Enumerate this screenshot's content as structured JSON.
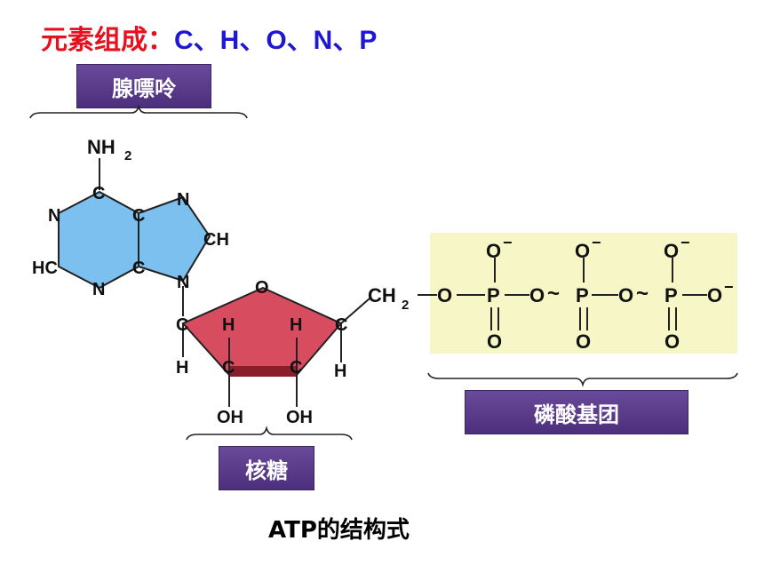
{
  "title": {
    "prefix": "元素组成：",
    "elements": "C、H、O、N、P"
  },
  "labels": {
    "adenine": "腺嘌呤",
    "ribose": "核糖",
    "phosphate_group": "磷酸基团"
  },
  "caption": {
    "text": "ATP的结构式"
  },
  "colors": {
    "title": "#e8101e",
    "elements": "#1e18d4",
    "label_bg": "#553a86",
    "adenine_fill": "#7cc0ef",
    "ribose_fill": "#d84c60",
    "phosphate_bg": "#f6f6c6"
  },
  "atoms": {
    "nh2": "NH",
    "nh2_sub": "2",
    "c": "C",
    "n": "N",
    "ch": "CH",
    "hc": "HC",
    "o": "O",
    "h": "H",
    "oh": "OH",
    "ch2": "CH",
    "ch2_sub": "2",
    "p": "P",
    "o_minus": "O",
    "minus": "−",
    "tilde": "~",
    "eq": "‖"
  }
}
